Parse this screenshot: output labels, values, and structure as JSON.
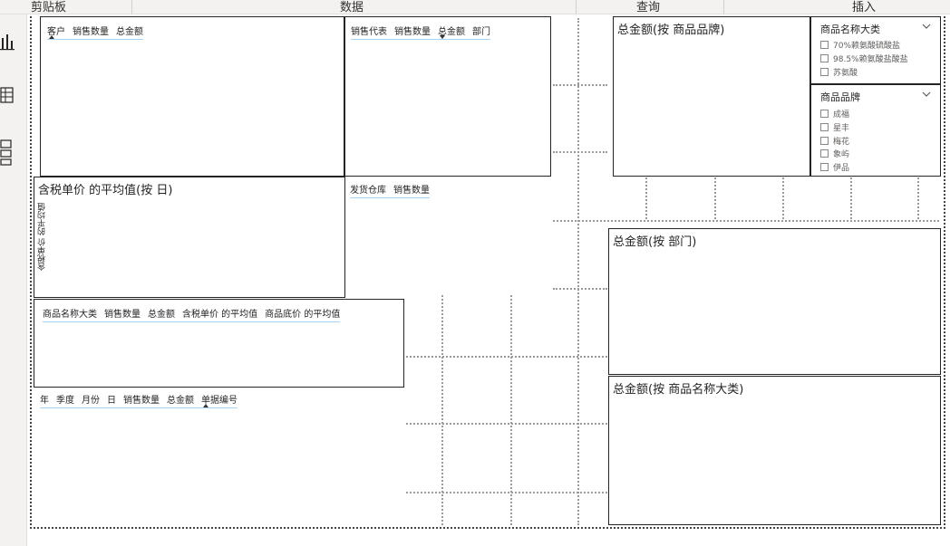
{
  "ribbon": {
    "groups": [
      "剪贴板",
      "数据",
      "查询",
      "插入"
    ]
  },
  "leftbar": {
    "icons": [
      "report-view-icon",
      "data-view-icon",
      "model-view-icon"
    ]
  },
  "visuals": {
    "customer_table": {
      "columns": [
        "客户",
        "销售数量",
        "总金额"
      ]
    },
    "rep_table": {
      "columns": [
        "销售代表",
        "销售数量",
        "总金额",
        "部门"
      ]
    },
    "warehouse_table": {
      "columns": [
        "发货仓库",
        "销售数量"
      ]
    },
    "brand_chart": {
      "title": "总金额(按 商品品牌)"
    },
    "category_slicer": {
      "title": "商品名称大类",
      "items": [
        "70%赖氨酸硫酸盐",
        "98.5%赖氨酸盐酸盐",
        "苏氨酸"
      ]
    },
    "brand_slicer": {
      "title": "商品品牌",
      "items": [
        "成福",
        "星丰",
        "梅花",
        "象屿",
        "伊品"
      ]
    },
    "unitprice_chart": {
      "title": "含税单价 的平均值(按 日)",
      "yaxis": "含税单价 的平均值"
    },
    "dept_chart": {
      "title": "总金额(按 部门)"
    },
    "category_table": {
      "columns": [
        "商品名称大类",
        "销售数量",
        "总金额",
        "含税单价 的平均值",
        "商品底价 的平均值"
      ]
    },
    "date_table": {
      "columns": [
        "年",
        "季度",
        "月份",
        "日",
        "销售数量",
        "总金额",
        "单据编号"
      ]
    },
    "category_chart": {
      "title": "总金额(按 商品名称大类)"
    }
  }
}
